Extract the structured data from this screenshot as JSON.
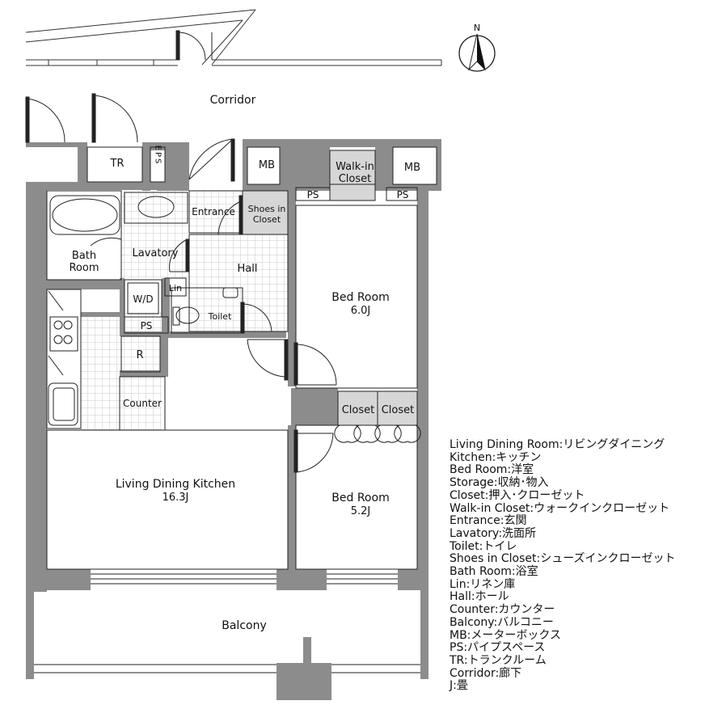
{
  "rooms": {
    "corridor": "Corridor",
    "tr": "TR",
    "eps": "EPS",
    "mb_left": "MB",
    "mb_right": "MB",
    "walkin_line1": "Walk-in",
    "walkin_line2": "Closet",
    "ps_top_left": "PS",
    "ps_top_right": "PS",
    "entrance": "Entrance",
    "shoes_line1": "Shoes in",
    "shoes_line2": "Closet",
    "bath_line1": "Bath",
    "bath_line2": "Room",
    "lavatory": "Lavatory",
    "hall": "Hall",
    "wd": "W/D",
    "lin": "Lin",
    "toilet": "Toilet",
    "ps_lower": "PS",
    "r": "R",
    "counter": "Counter",
    "bed1_name": "Bed Room",
    "bed1_size": "6.0J",
    "closet_a": "Closet",
    "closet_b": "Closet",
    "bed2_name": "Bed Room",
    "bed2_size": "5.2J",
    "ldk_name": "Living Dining Kitchen",
    "ldk_size": "16.3J",
    "balcony": "Balcony",
    "north": "N"
  },
  "legend": [
    "Living Dining Room:リビングダイニング",
    "Kitchen:キッチン",
    "Bed Room:洋室",
    "Storage:収納･物入",
    "Closet:押入･クローゼット",
    "Walk-in Closet:ウォークインクローゼット",
    "Entrance:玄関",
    "Lavatory:洗面所",
    "Toilet:トイレ",
    "Shoes in Closet:シューズインクローゼット",
    "Bath Room:浴室",
    "Lin:リネン庫",
    "Hall:ホール",
    "Counter:カウンター",
    "Balcony:バルコニー",
    "MB:メーターボックス",
    "PS:パイプスペース",
    "TR:トランクルーム",
    "Corridor:廊下",
    "J:畳"
  ],
  "colors": {
    "wall": "#8c8c8c",
    "storage_fill": "#d6d6d6",
    "tile_line": "#c8c8c8",
    "line": "#222222"
  }
}
